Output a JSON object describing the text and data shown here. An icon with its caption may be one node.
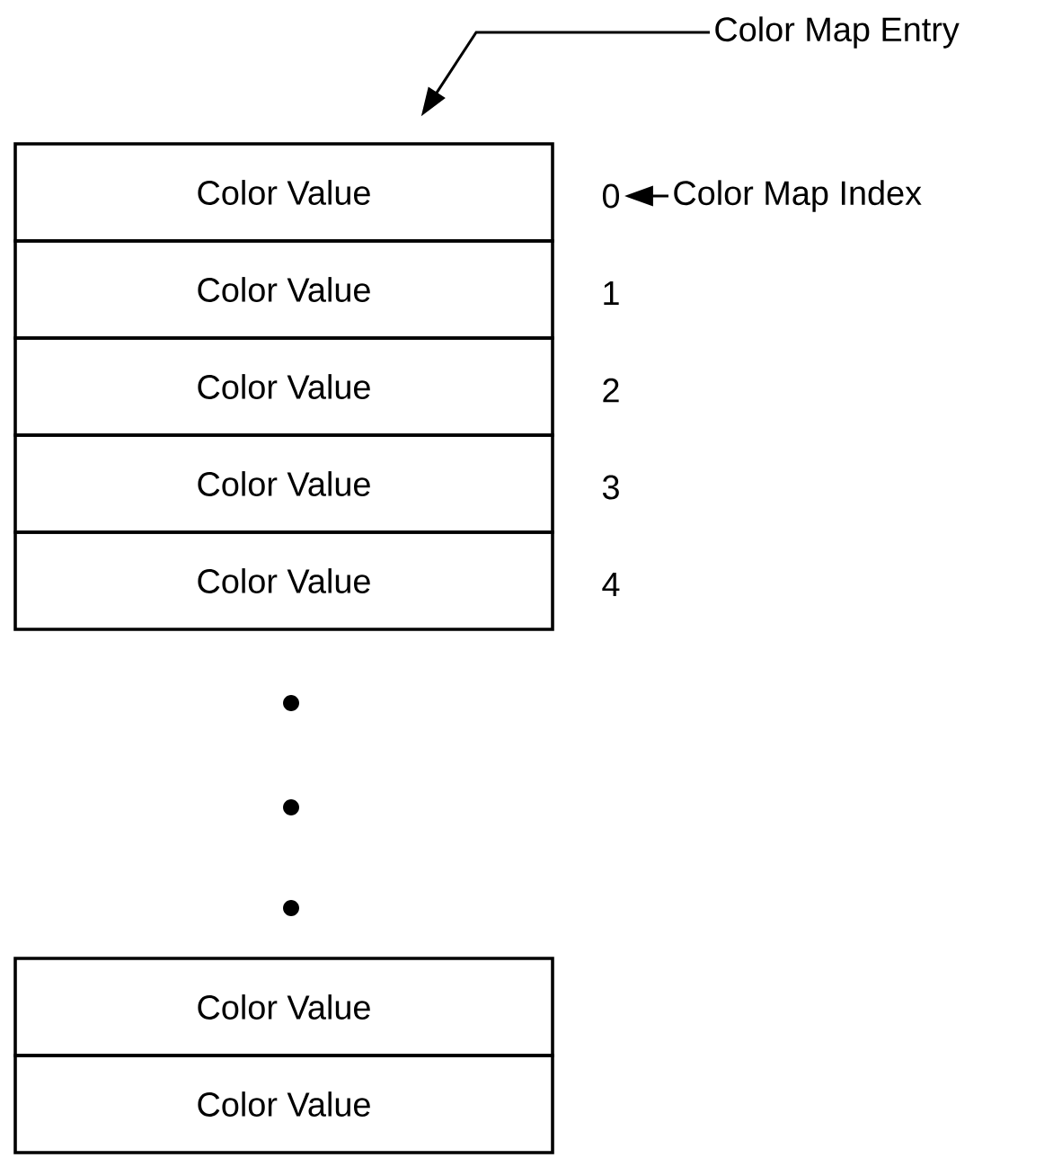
{
  "diagram": {
    "nodes": [
      {
        "text": [
          "Color Map Entry"
        ]
      },
      {
        "text": [
          "Color Value"
        ]
      },
      {
        "text": [
          "Color Value"
        ]
      },
      {
        "text": [
          "Color Value"
        ]
      },
      {
        "text": [
          "Color Value"
        ]
      },
      {
        "text": [
          "Color Value"
        ]
      },
      {
        "text": [
          "0"
        ]
      },
      {
        "text": [
          "Color Map Index"
        ]
      },
      {
        "text": [
          "Color Value"
        ]
      },
      {
        "text": [
          "Color Value"
        ]
      }
    ],
    "edges": [
      {
        "from": 0,
        "to": 1,
        "arrow": "to"
      },
      {
        "from": 7,
        "to": 6,
        "arrow": "to"
      }
    ],
    "labels": [
      "1",
      "2",
      "3",
      "4"
    ]
  }
}
